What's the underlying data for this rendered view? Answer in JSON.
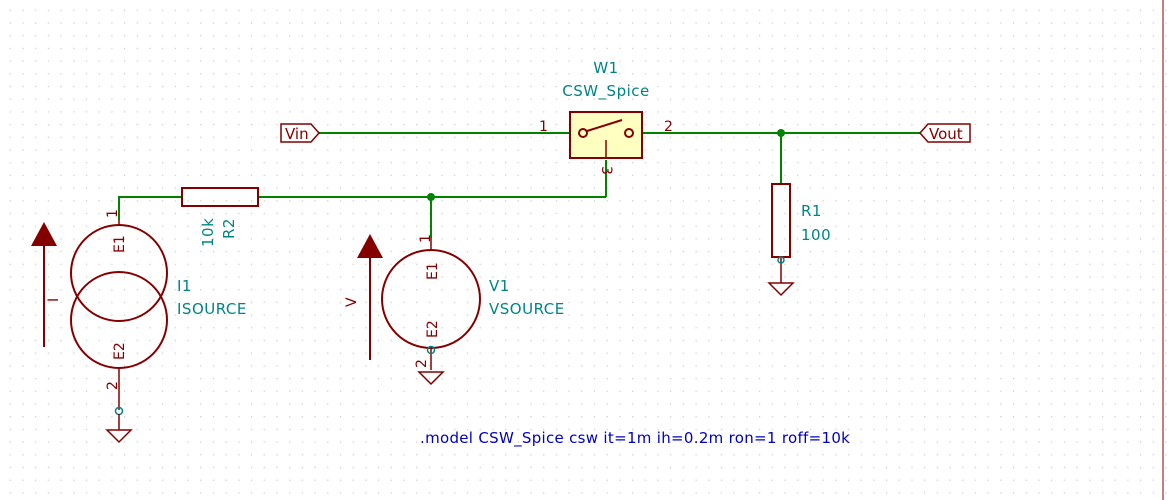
{
  "colors": {
    "wire": "#008400",
    "body": "#840000",
    "fill": "#ffffc2",
    "text": "#008484",
    "note": "#0000c2",
    "pin_unconnected": "#008484",
    "grid": "#c8c8c8"
  },
  "labels": {
    "vin": "Vin",
    "vout": "Vout"
  },
  "components": {
    "w1": {
      "ref": "W1",
      "value": "CSW_Spice",
      "pin1": "1",
      "pin2": "2",
      "pin3": "3"
    },
    "r1": {
      "ref": "R1",
      "value": "100"
    },
    "r2": {
      "ref": "R2",
      "value": "10k"
    },
    "i1": {
      "ref": "I1",
      "value": "ISOURCE",
      "e1": "E1",
      "e2": "E2",
      "pin1": "1",
      "pin2": "2",
      "direction_label": "I"
    },
    "v1": {
      "ref": "V1",
      "value": "VSOURCE",
      "e1": "E1",
      "e2": "E2",
      "pin1": "1",
      "pin2": "2",
      "direction_label": "V"
    }
  },
  "directive": ".model CSW_Spice csw it=1m ih=0.2m ron=1 roff=10k"
}
